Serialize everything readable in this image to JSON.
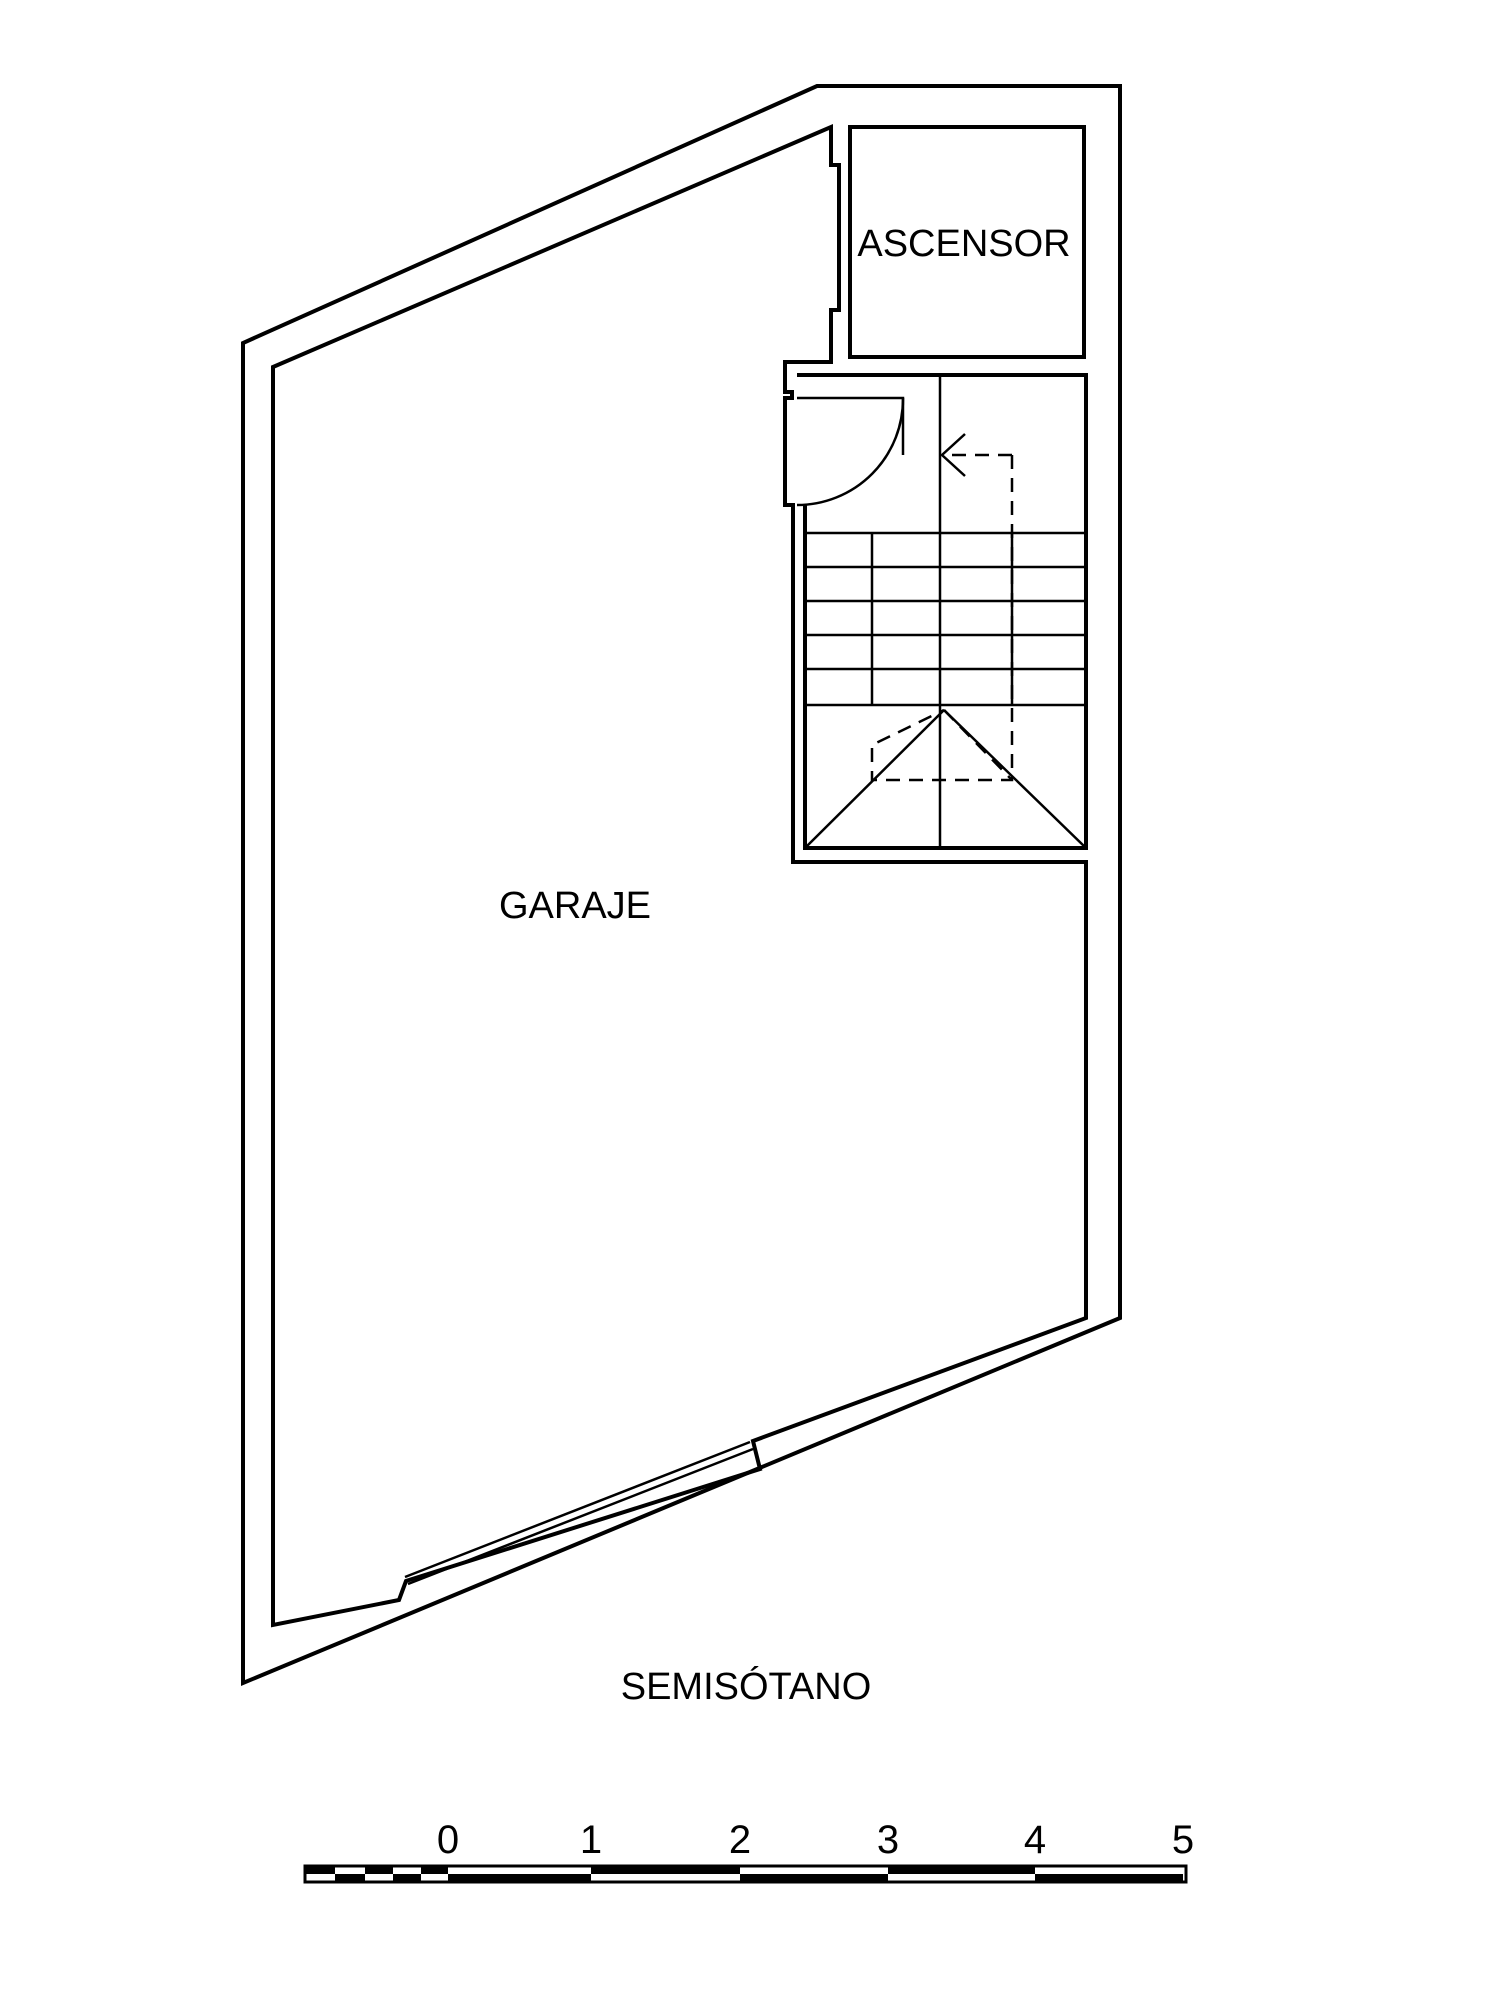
{
  "plan": {
    "rooms": {
      "elevator": "ASCENSOR",
      "garage": "GARAJE"
    },
    "floor_name": "SEMISÓTANO"
  },
  "scale_bar": {
    "ticks": [
      "0",
      "1",
      "2",
      "3",
      "4",
      "5"
    ]
  }
}
